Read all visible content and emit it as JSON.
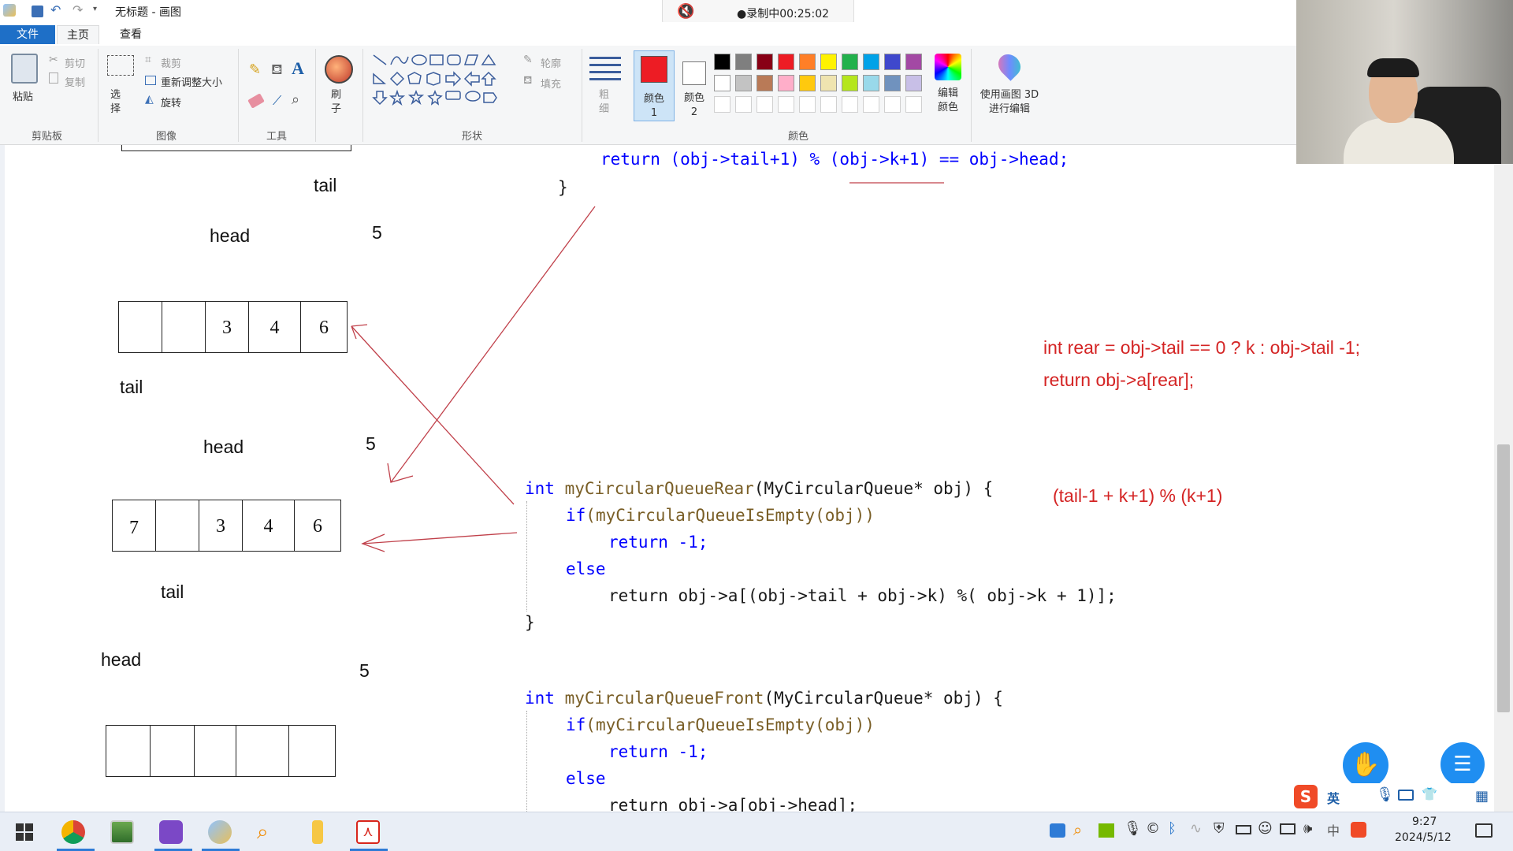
{
  "window_title": "无标题 - 画图",
  "recording": {
    "label": "●录制中00:25:02"
  },
  "tabs": [
    {
      "label": "文件"
    },
    {
      "label": "主页"
    },
    {
      "label": "查看"
    }
  ],
  "ribbon": {
    "clipboard": {
      "paste": "粘贴",
      "cut": "剪切",
      "copy": "复制",
      "group": "剪贴板"
    },
    "image": {
      "select": "选择",
      "crop": "裁剪",
      "resize": "重新调整大小",
      "rotate": "旋转",
      "group": "图像"
    },
    "tools": {
      "group": "工具"
    },
    "brushes": {
      "label": "刷子"
    },
    "shapes": {
      "outline": "轮廓",
      "fill": "填充",
      "group": "形状"
    },
    "size": {
      "label": "粗细"
    },
    "color1": {
      "label": "颜色 1"
    },
    "color2": {
      "label": "颜色 2"
    },
    "colors": {
      "edit": "编辑颜色",
      "group": "颜色"
    },
    "paint3d": {
      "label": "使用画图 3D 进行编辑"
    }
  },
  "palette": [
    "#000000",
    "#7f7f7f",
    "#880015",
    "#ed1c24",
    "#ff7f27",
    "#fff200",
    "#22b14c",
    "#00a2e8",
    "#3f48cc",
    "#a349a4",
    "#ffffff",
    "#c3c3c3",
    "#b97a57",
    "#ffaec9",
    "#ffc90e",
    "#efe4b0",
    "#b5e61d",
    "#99d9ea",
    "#7092be",
    "#c8bfe7"
  ],
  "color1_value": "#ed1c24",
  "drawing": {
    "labels": {
      "tail_top": "tail",
      "head1": "head",
      "five1": "5",
      "tail2": "tail",
      "head2": "head",
      "five2": "5",
      "tail3": "tail",
      "head3": "head",
      "five3": "5"
    },
    "array1": [
      "",
      "",
      "3",
      "4",
      "6"
    ],
    "array2": [
      "7",
      "",
      "3",
      "4",
      "6"
    ],
    "array3": [
      "",
      "",
      "",
      "",
      ""
    ],
    "annotations": {
      "line1": "int rear = obj->tail == 0 ? k : obj->tail -1;",
      "line2": "return obj->a[rear];",
      "formula": "(tail-1 + k+1) % (k+1)"
    }
  },
  "code": {
    "top_line": "return (obj->tail+1) % (obj->k+1) == obj->head;",
    "top_brace": "}",
    "rear_sig_kw": "int",
    "rear_sig_fn": "myCircularQueueRear",
    "rear_sig_rest": "(MyCircularQueue* obj) {",
    "rear_if_kw": "if",
    "rear_if_rest": "(myCircularQueueIsEmpty(obj))",
    "rear_ret1": "return -1;",
    "rear_else": "else",
    "rear_ret2": "return obj->a[(obj->tail + obj->k) %( obj->k + 1)];",
    "rear_brace": "}",
    "front_sig_kw": "int",
    "front_sig_fn": "myCircularQueueFront",
    "front_sig_rest": "(MyCircularQueue* obj) {",
    "front_if_kw": "if",
    "front_if_rest": "(myCircularQueueIsEmpty(obj))",
    "front_ret1": "return -1;",
    "front_else": "else",
    "front_ret2": "return obj->a[obj->head];"
  },
  "taskbar": {
    "time": "9:27",
    "date": "2024/5/12",
    "ime": "英"
  }
}
